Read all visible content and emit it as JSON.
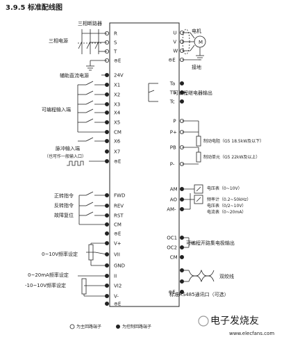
{
  "title": "3.9.5  标准配线图",
  "left_terminals": [
    {
      "id": "R",
      "text": "R",
      "main": true
    },
    {
      "id": "S",
      "text": "S",
      "main": true
    },
    {
      "id": "T",
      "text": "T",
      "main": true
    },
    {
      "id": "E1",
      "text": "E",
      "main": true,
      "ground": true
    },
    {
      "id": "24V",
      "text": "24V"
    },
    {
      "id": "X1",
      "text": "X1"
    },
    {
      "id": "X2",
      "text": "X2"
    },
    {
      "id": "X3",
      "text": "X3"
    },
    {
      "id": "X4",
      "text": "X4"
    },
    {
      "id": "X5",
      "text": "X5"
    },
    {
      "id": "CM1",
      "text": "CM"
    },
    {
      "id": "X6",
      "text": "X6"
    },
    {
      "id": "X7",
      "text": "X7"
    },
    {
      "id": "E2",
      "text": "E",
      "ground": true
    },
    {
      "id": "FWD",
      "text": "FWD"
    },
    {
      "id": "REV",
      "text": "REV"
    },
    {
      "id": "RST",
      "text": "RST"
    },
    {
      "id": "CM2",
      "text": "CM"
    },
    {
      "id": "E3",
      "text": "E",
      "ground": true
    },
    {
      "id": "Vp",
      "text": "V+"
    },
    {
      "id": "VII",
      "text": "VII"
    },
    {
      "id": "GND",
      "text": "GND"
    },
    {
      "id": "II",
      "text": "II"
    },
    {
      "id": "VI2",
      "text": "VI2"
    },
    {
      "id": "Vm",
      "text": "V-"
    },
    {
      "id": "E4",
      "text": "E",
      "ground": true
    }
  ],
  "right_terminals": [
    {
      "id": "U",
      "text": "U",
      "main": true
    },
    {
      "id": "V",
      "text": "V",
      "main": true
    },
    {
      "id": "W",
      "text": "W",
      "main": true
    },
    {
      "id": "E5",
      "text": "E",
      "main": true,
      "ground": true
    },
    {
      "id": "Ta",
      "text": "Ta"
    },
    {
      "id": "Tb",
      "text": "Tb"
    },
    {
      "id": "Tc",
      "text": "Tc"
    },
    {
      "id": "P",
      "text": "P",
      "main": true
    },
    {
      "id": "Pp",
      "text": "P+",
      "main": true
    },
    {
      "id": "PB",
      "text": "PB",
      "main": true
    },
    {
      "id": "Pm",
      "text": "P-",
      "main": true
    },
    {
      "id": "AM",
      "text": "AM"
    },
    {
      "id": "AO",
      "text": "AO"
    },
    {
      "id": "AMm",
      "text": "AM-"
    },
    {
      "id": "OC1",
      "text": "OC1"
    },
    {
      "id": "OC2",
      "text": "OC2"
    },
    {
      "id": "CM3",
      "text": "CM"
    },
    {
      "id": "A",
      "text": ""
    },
    {
      "id": "B",
      "text": ""
    },
    {
      "id": "E6",
      "text": "E",
      "ground": true
    }
  ],
  "labels": {
    "breaker": "三相断路器",
    "three_phase": "三相电源",
    "aux_dc": "辅助直流电源",
    "prog_input": "可编程输入端",
    "pulse_input": "脉冲输入端",
    "pulse_input_note": "（也可作一般输入口）",
    "fwd_cmd": "正转指令",
    "rev_cmd": "反转指令",
    "fault_reset": "故障复位",
    "freq_0_10v": "0~10V频率设定",
    "freq_0_20ma": "0~20mA频率设定",
    "freq_pm10v": "-10~10V频率设定",
    "motor": "电机",
    "ground": "接地",
    "relay_output": "可编程继电器输出",
    "brake_resistor": "制动电阻（G5 18.5kW及以下）",
    "brake_unit": "制动单元（G5 22kW及以上）",
    "voltmeter": "电压表（0~10V）",
    "freq_meter": "频率计（0.2~50kHz）",
    "voltmeter2": "电压表（0/2~10V）",
    "ammeter": "电流表（0~20mA）",
    "oc_output": "可编程开路集电极输出",
    "twisted_pair": "双绞线",
    "rs485": "标准RS485通讯口（可选）",
    "legend_main": "为主回路端子",
    "legend_ctrl": "为控制回路端子",
    "watermark": "电子发烧友",
    "watermark_url": "www.elecfans.com"
  },
  "colors": {
    "line": "#222222",
    "watermark": "#9a9a9a"
  }
}
